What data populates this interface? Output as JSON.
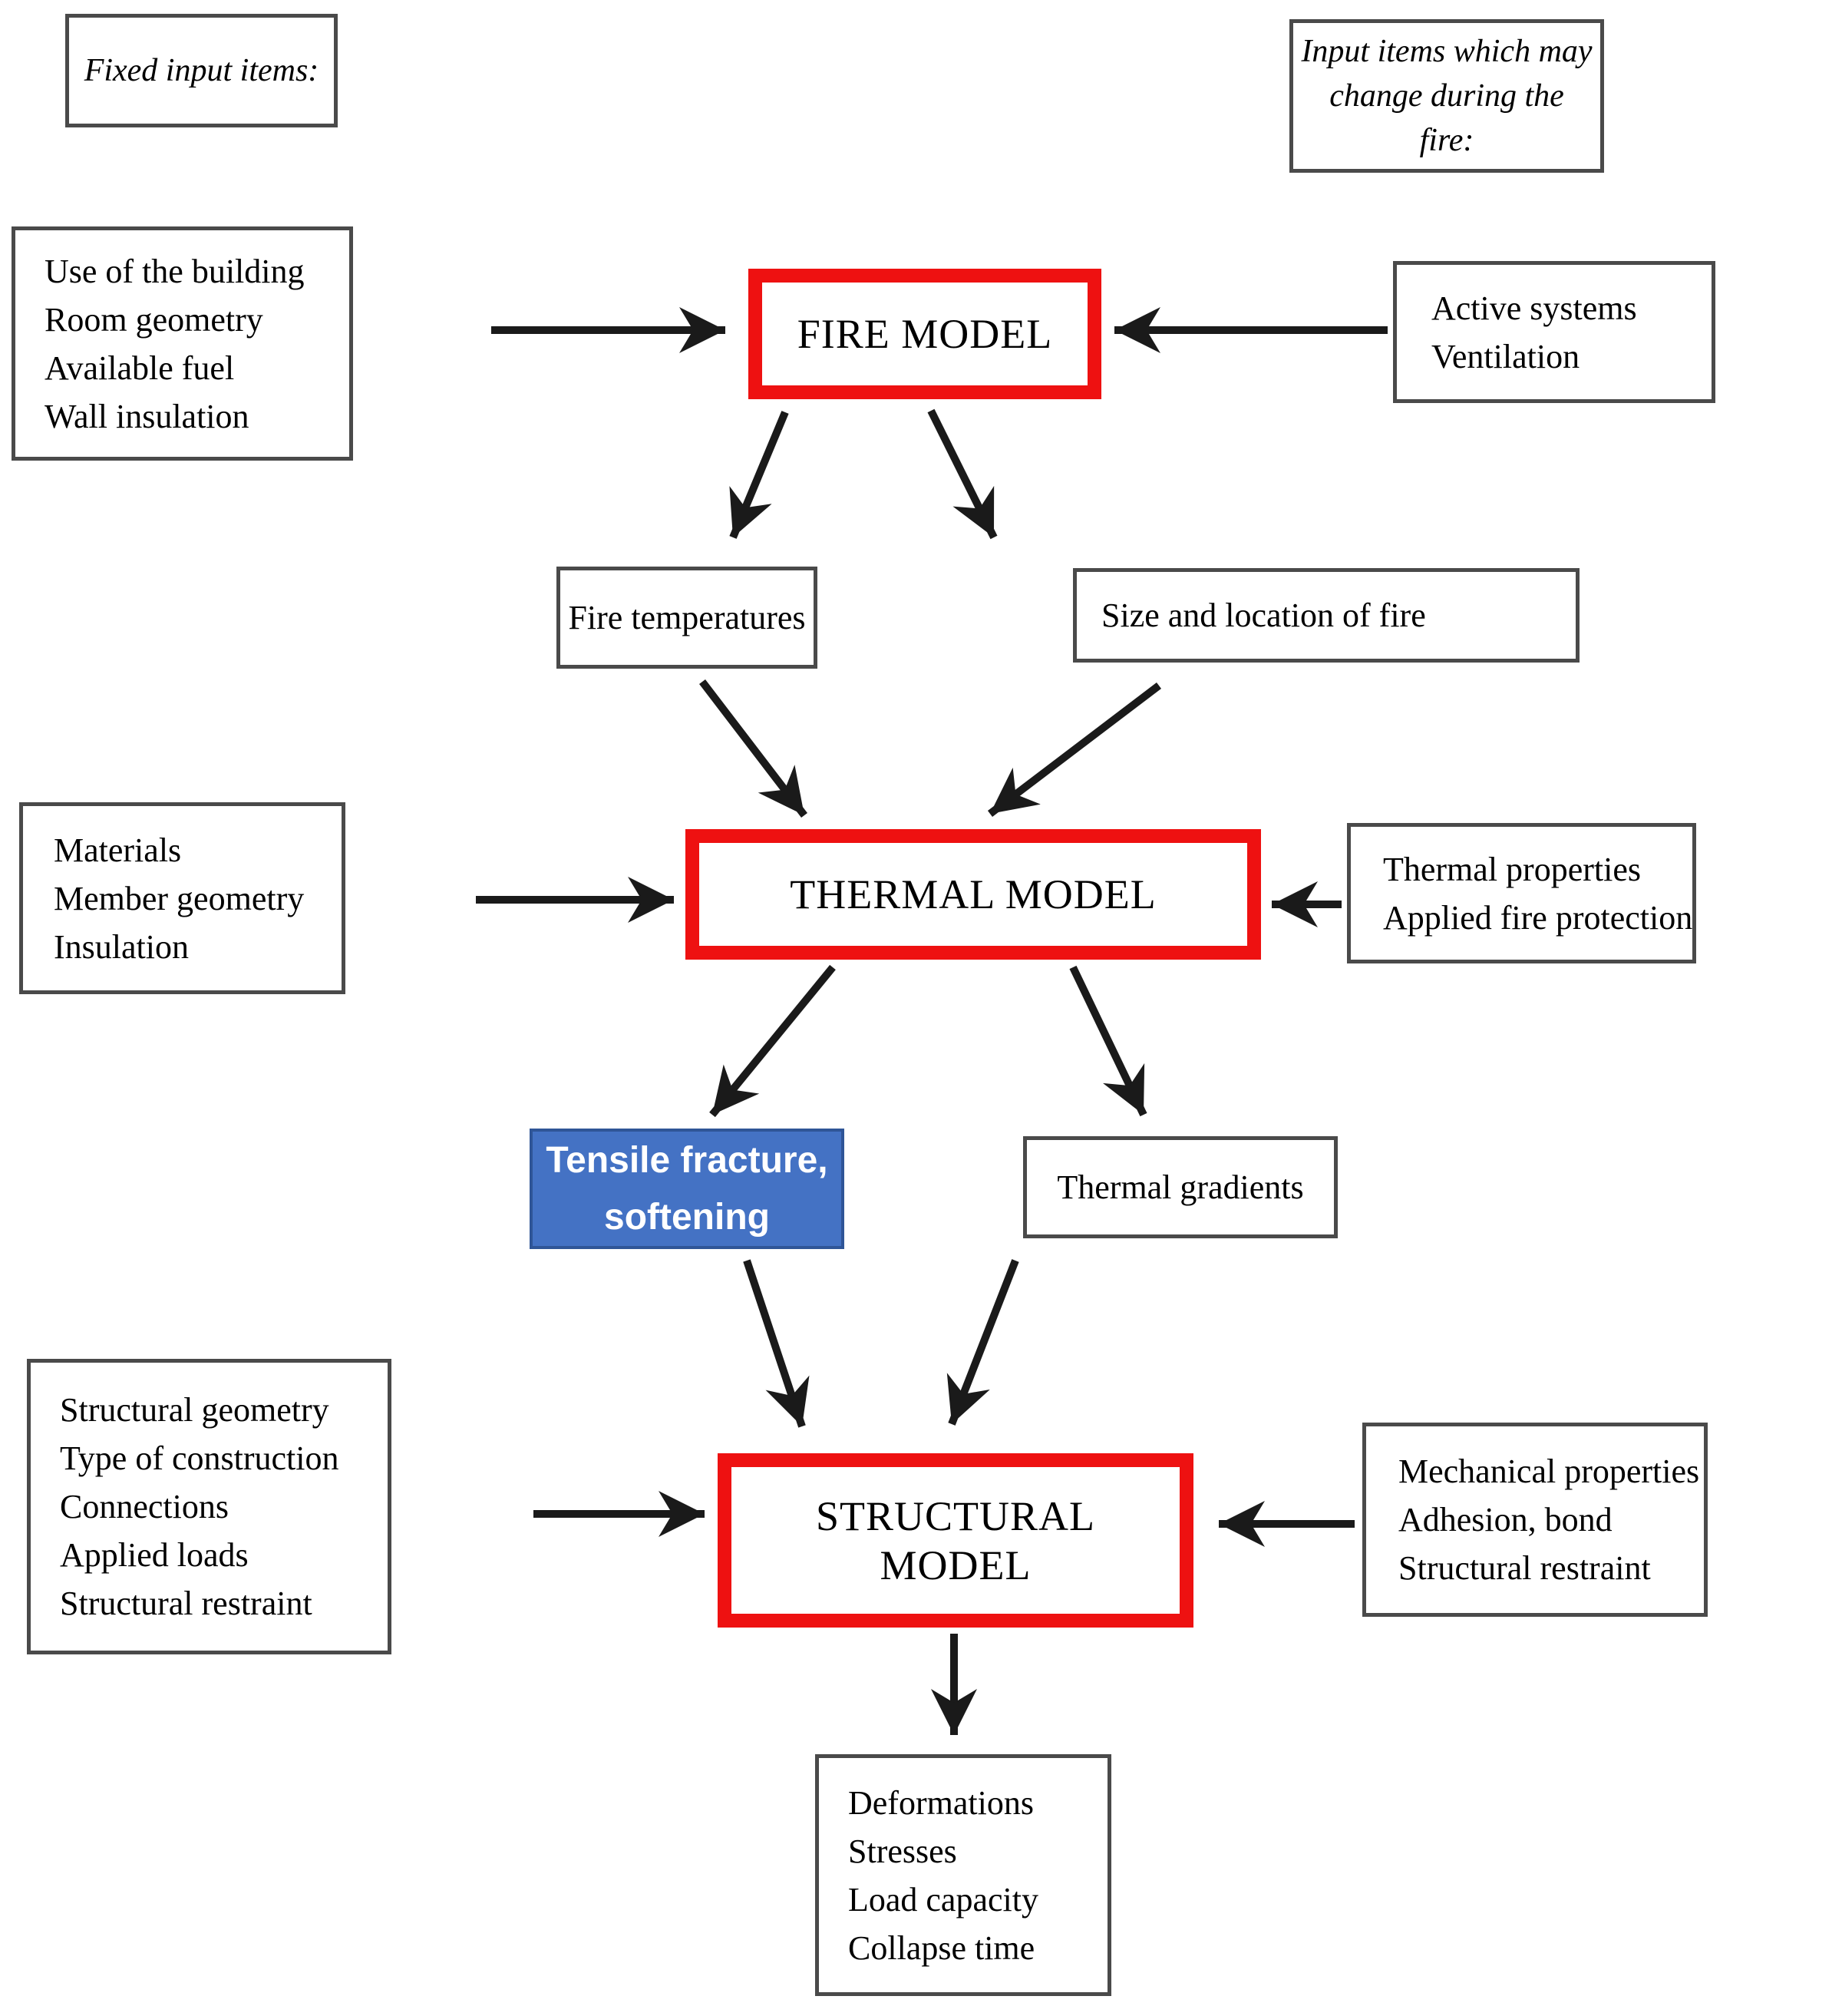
{
  "legend": {
    "fixed_label": "Fixed input items:",
    "changing_label_lines": [
      "Input items which may",
      "change during the fire:"
    ]
  },
  "nodes": {
    "fire_inputs": {
      "lines": [
        "Use of the building",
        "Room geometry",
        "Available fuel",
        "Wall insulation"
      ]
    },
    "fire_model": {
      "label": "FIRE MODEL"
    },
    "active_systems": {
      "lines": [
        "Active systems",
        "Ventilation"
      ]
    },
    "fire_temperatures": {
      "label": "Fire temperatures"
    },
    "fire_size_location": {
      "label": "Size and location of fire"
    },
    "materials": {
      "lines": [
        "Materials",
        "Member geometry",
        "Insulation"
      ]
    },
    "thermal_model": {
      "label": "THERMAL MODEL"
    },
    "thermal_properties": {
      "lines": [
        "Thermal properties",
        "Applied fire protection"
      ]
    },
    "tensile_fracture": {
      "lines": [
        "Tensile fracture,",
        "softening"
      ]
    },
    "thermal_gradients": {
      "label": "Thermal gradients"
    },
    "structural_inputs": {
      "lines": [
        "Structural geometry",
        "Type of construction",
        "Connections",
        "Applied loads",
        "Structural restraint"
      ]
    },
    "structural_model": {
      "lines": [
        "STRUCTURAL",
        "MODEL"
      ]
    },
    "mechanical_properties": {
      "lines": [
        "Mechanical properties",
        "Adhesion, bond",
        "Structural restraint"
      ]
    },
    "outputs": {
      "lines": [
        "Deformations",
        "Stresses",
        "Load capacity",
        "Collapse time"
      ]
    }
  },
  "colors": {
    "model_box_border": "#ee1111",
    "highlight_fill": "#4472c4",
    "highlight_border": "#2f5597",
    "plain_box_border": "#4a4a4a",
    "arrow": "#1a1a1a",
    "text": "#000000",
    "highlight_text": "#ffffff"
  }
}
